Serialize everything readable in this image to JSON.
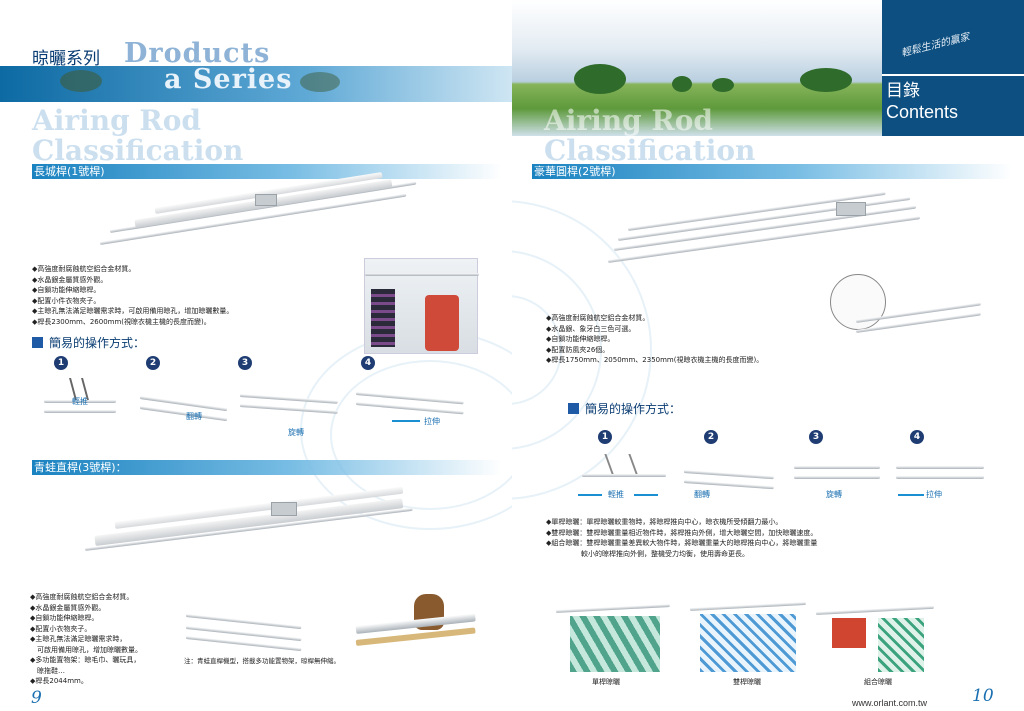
{
  "left_page": {
    "series_title_cn": "晾曬系列",
    "series_title_en_1": "Droducts",
    "series_title_en_2": "a Series",
    "ghost_1": "Airing Rod",
    "ghost_2": "Classification",
    "section1": {
      "title": "長城桿(1號桿)",
      "bullets": [
        "◆高強度耐腐蝕航空鋁合金材質。",
        "◆水晶銀金屬質感外觀。",
        "◆自鎖功能伸縮晾桿。",
        "◆配置小件衣物夾子。",
        "◆主晾孔無法滿足晾曬需求時，可啟用備用晾孔，增加晾曬數量。",
        "◆桿長2300mm、2600mm(視晾衣機主機的長度而變)。"
      ]
    },
    "operation": {
      "title": "簡易的操作方式：",
      "steps": [
        {
          "num": "1",
          "caption": "輕推"
        },
        {
          "num": "2",
          "caption": "翻轉"
        },
        {
          "num": "3",
          "caption": "旋轉"
        },
        {
          "num": "4",
          "caption": "拉伸"
        }
      ]
    },
    "section3": {
      "title": "青蛙直桿(3號桿)：",
      "bullets": [
        "◆高強度耐腐蝕航空鋁合金材質。",
        "◆水晶銀金屬質感外觀。",
        "◆自鎖功能伸縮晾桿。",
        "◆配置小衣物夾子。",
        "◆主晾孔無法滿足晾曬需求時，",
        "　可啟用備用晾孔，增加晾曬數量。",
        "◆多功能置物架：晾毛巾、曬玩具，",
        "　晾拖鞋…",
        "◆桿長2044mm。"
      ],
      "note": "注：青蛙直桿機型，搭載多功能置物架，晾桿無伸縮。"
    },
    "page_number": "9"
  },
  "right_page": {
    "slogan": "輕鬆生活的贏家",
    "contents_cn": "目錄",
    "contents_en": "Contents",
    "ghost_1": "Airing Rod",
    "ghost_2": "Classification",
    "section2": {
      "title": "豪華圓桿(2號桿)",
      "bullets": [
        "◆高強度耐腐蝕航空鋁合金材質。",
        "◆水晶銀、象牙白三色可選。",
        "◆自鎖功能伸縮晾桿。",
        "◆配置防風夾26個。",
        "◆桿長1750mm、2050mm、2350mm(視晾衣機主機的長度而變)。"
      ]
    },
    "operation": {
      "title": "簡易的操作方式：",
      "steps": [
        {
          "num": "1",
          "caption": "輕推"
        },
        {
          "num": "2",
          "caption": "翻轉"
        },
        {
          "num": "3",
          "caption": "旋轉"
        },
        {
          "num": "4",
          "caption": "拉伸"
        }
      ]
    },
    "modes": [
      "◆單桿晾曬：單桿晾曬較重物時，將晾桿推向中心，晾衣機所受傾翻力最小。",
      "◆雙桿晾曬：雙桿晾曬重量相近物件時，將桿推向外側，增大晾曬空間，加快晾曬速度。",
      "◆組合晾曬：雙桿晾曬重量差異較大物件時，將晾曬重量大的晾桿推向中心，將晾曬重量",
      "　　　　　較小的晾桿推向外側，整機受力均衡，使用壽命更長。"
    ],
    "mode_captions": [
      "單桿晾曬",
      "雙桿晾曬",
      "組合晾曬"
    ],
    "website": "www.orlant.com.tw",
    "page_number": "10"
  },
  "colors": {
    "accent_blue": "#1a82c0",
    "navy": "#0a3d73",
    "contents_box": "#0d4f80"
  }
}
